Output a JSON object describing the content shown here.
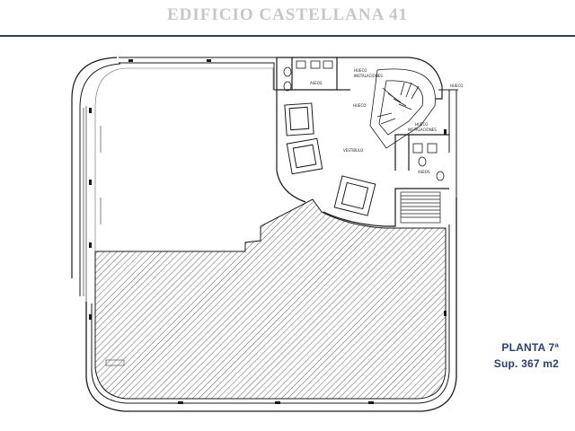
{
  "header": {
    "title": "EDIFICIO CASTELLANA 41"
  },
  "plan": {
    "labels": {
      "aseos_1": "ASEOS",
      "hueco_instalaciones_1a": "HUECO",
      "hueco_instalaciones_1b": "INSTALACIONES",
      "hueco_small": "HUECO",
      "vestibulo": "VESTIBULO",
      "hueco_instalaciones_2a": "HUECO",
      "hueco_instalaciones_2b": "INSTALACIONES",
      "aseos_2": "ASEOS",
      "hueco_side": "HUECO"
    },
    "caption": {
      "floor": "PLANTA 7ª",
      "area": "Sup. 367 m2"
    }
  },
  "colors": {
    "accent": "#2c3e74",
    "rule": "#2d3f5e",
    "line": "#1a1a1a"
  }
}
